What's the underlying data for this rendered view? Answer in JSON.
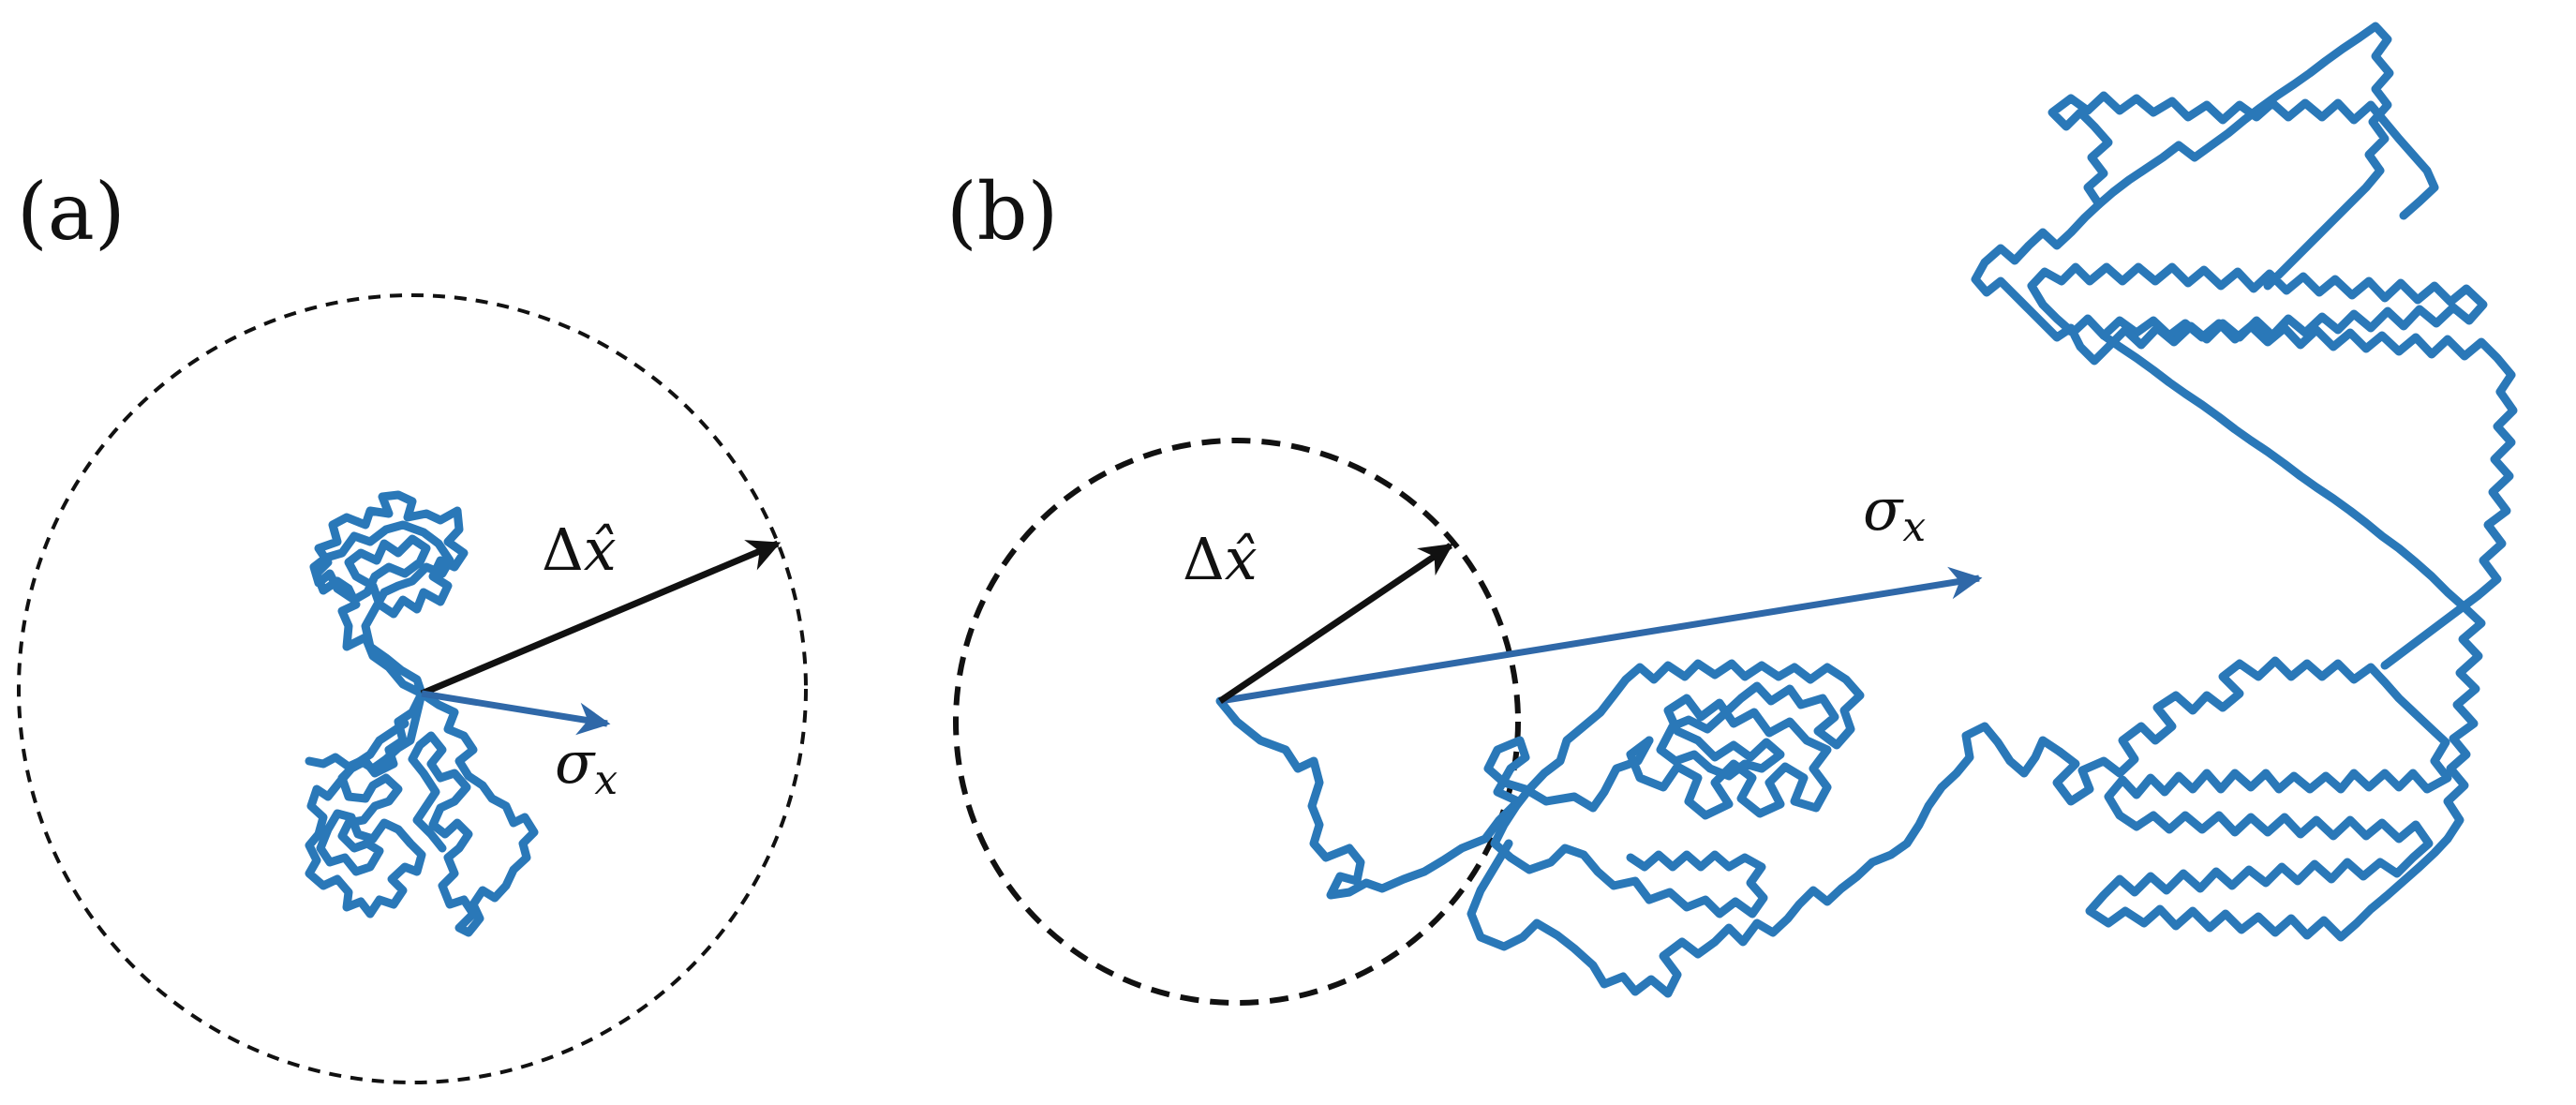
{
  "panels": [
    {
      "id": "a",
      "label": "(a)",
      "delta_label_symbol": "Δ",
      "delta_label_var": "x̂",
      "sigma_label_symbol": "σ",
      "sigma_label_sub": "x"
    },
    {
      "id": "b",
      "label": "(b)",
      "delta_label_symbol": "Δ",
      "delta_label_var": "x̂",
      "sigma_label_symbol": "σ",
      "sigma_label_sub": "x"
    }
  ],
  "colors": {
    "walk": "#2a78b8",
    "delta_arrow": "#111111",
    "sigma_arrow": "#2f68a8",
    "circle": "#111111"
  }
}
